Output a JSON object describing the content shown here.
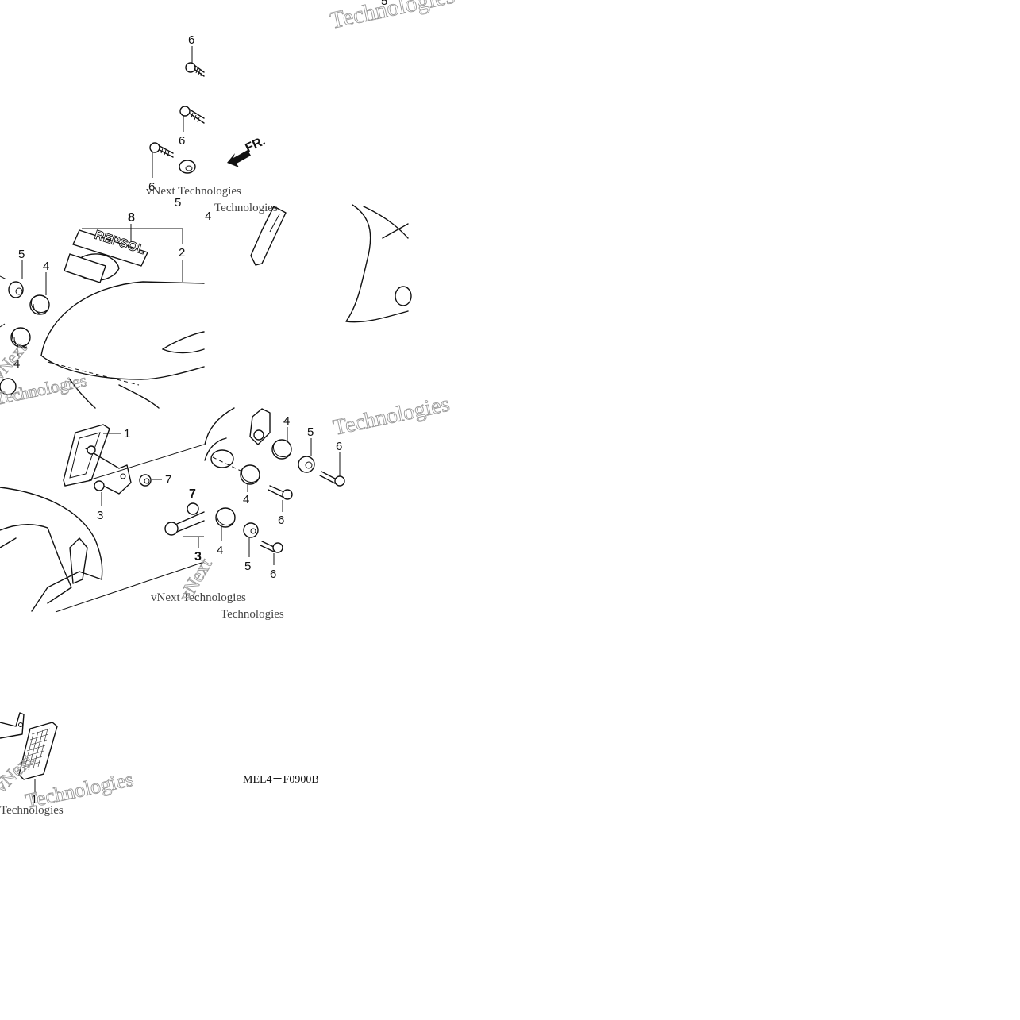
{
  "diagram": {
    "drawing_code": "MEL4－F0900B",
    "front_indicator": "FR.",
    "decal_text": "REPSOL",
    "watermark": {
      "brand": "vNext",
      "company": "Technologies",
      "combined": "vNext Technologies"
    },
    "callouts": {
      "p1": "1",
      "p2": "2",
      "p3": "3",
      "p4": "4",
      "p5": "5",
      "p6": "6",
      "p7": "7",
      "p8": "8"
    }
  }
}
